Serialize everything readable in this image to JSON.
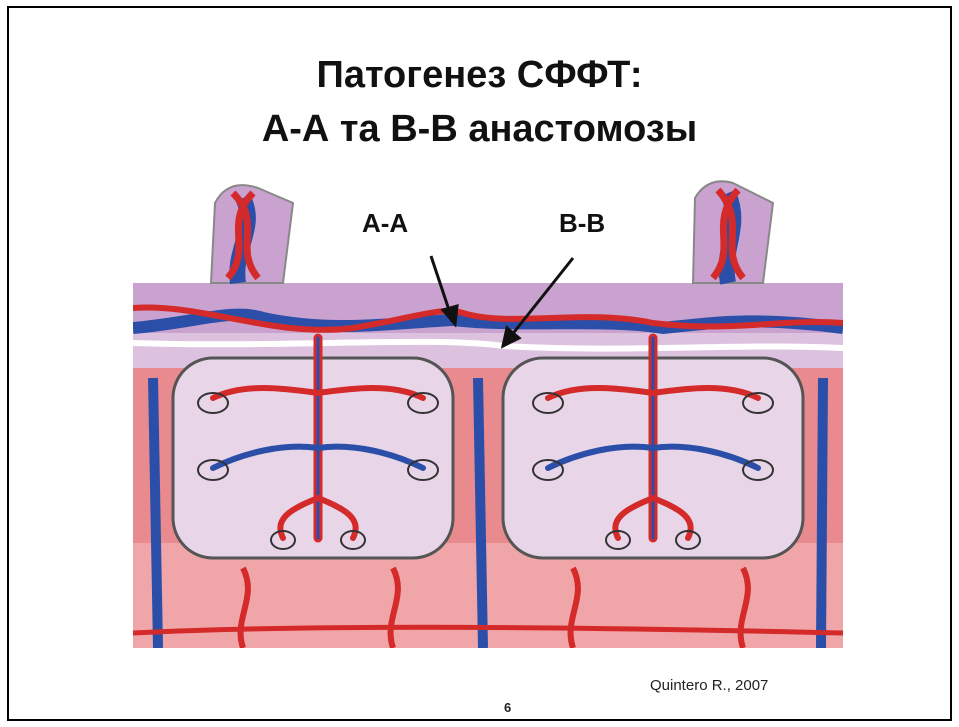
{
  "slide": {
    "title_line1": "Патогенез СФФТ:",
    "title_line2": "А-А та В-В анастомозы",
    "label_aa": "А-А",
    "label_vv": "В-В",
    "citation": "Quintero R., 2007",
    "page_number": "6"
  },
  "colors": {
    "artery": "#d42a2a",
    "vein": "#2b4fa8",
    "chorion": "#c9a2cf",
    "decidua": "#e98a8f",
    "cotyledon": "#e8d6e8"
  },
  "icons": {
    "arrow_aa": "arrow-pointer-icon",
    "arrow_vv": "arrow-pointer-icon"
  }
}
